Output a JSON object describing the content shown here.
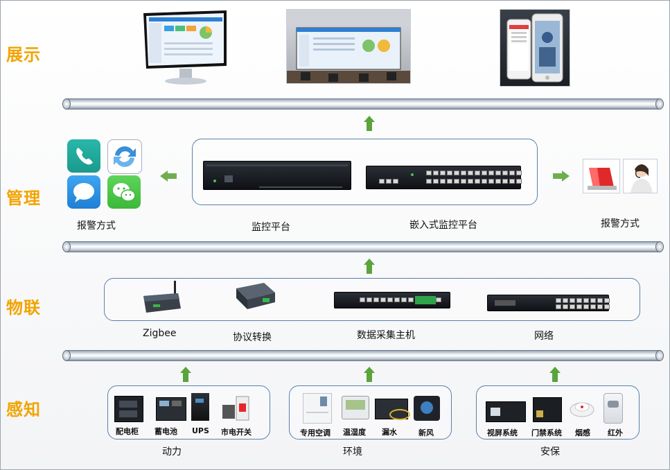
{
  "layers": {
    "display": "展示",
    "management": "管理",
    "iot": "物联",
    "perception": "感知"
  },
  "management": {
    "alarm_left": "报警方式",
    "monitor_platform": "监控平台",
    "embedded_platform": "嵌入式监控平台",
    "alarm_right": "报警方式"
  },
  "iot": {
    "zigbee": "Zigbee",
    "protocol": "协议转换",
    "collector": "数据采集主机",
    "network": "网络"
  },
  "perception": {
    "power": {
      "title": "动力",
      "items": [
        "配电柜",
        "蓄电池",
        "UPS",
        "市电开关"
      ]
    },
    "environment": {
      "title": "环境",
      "items": [
        "专用空调",
        "温湿度",
        "漏水",
        "新风"
      ]
    },
    "security": {
      "title": "安保",
      "items": [
        "视屏系统",
        "门禁系统",
        "烟感",
        "红外"
      ]
    }
  },
  "colors": {
    "layer_label": "#f2a400",
    "arrow": "#5aa43b",
    "box_border": "#5b7fa8"
  },
  "icons": [
    "desktop-monitor-icon",
    "video-wall-icon",
    "mobile-phone-icon",
    "phone-call-icon",
    "sync-icon",
    "message-bubble-icon",
    "wechat-icon",
    "alarm-light-icon",
    "customer-service-icon"
  ]
}
